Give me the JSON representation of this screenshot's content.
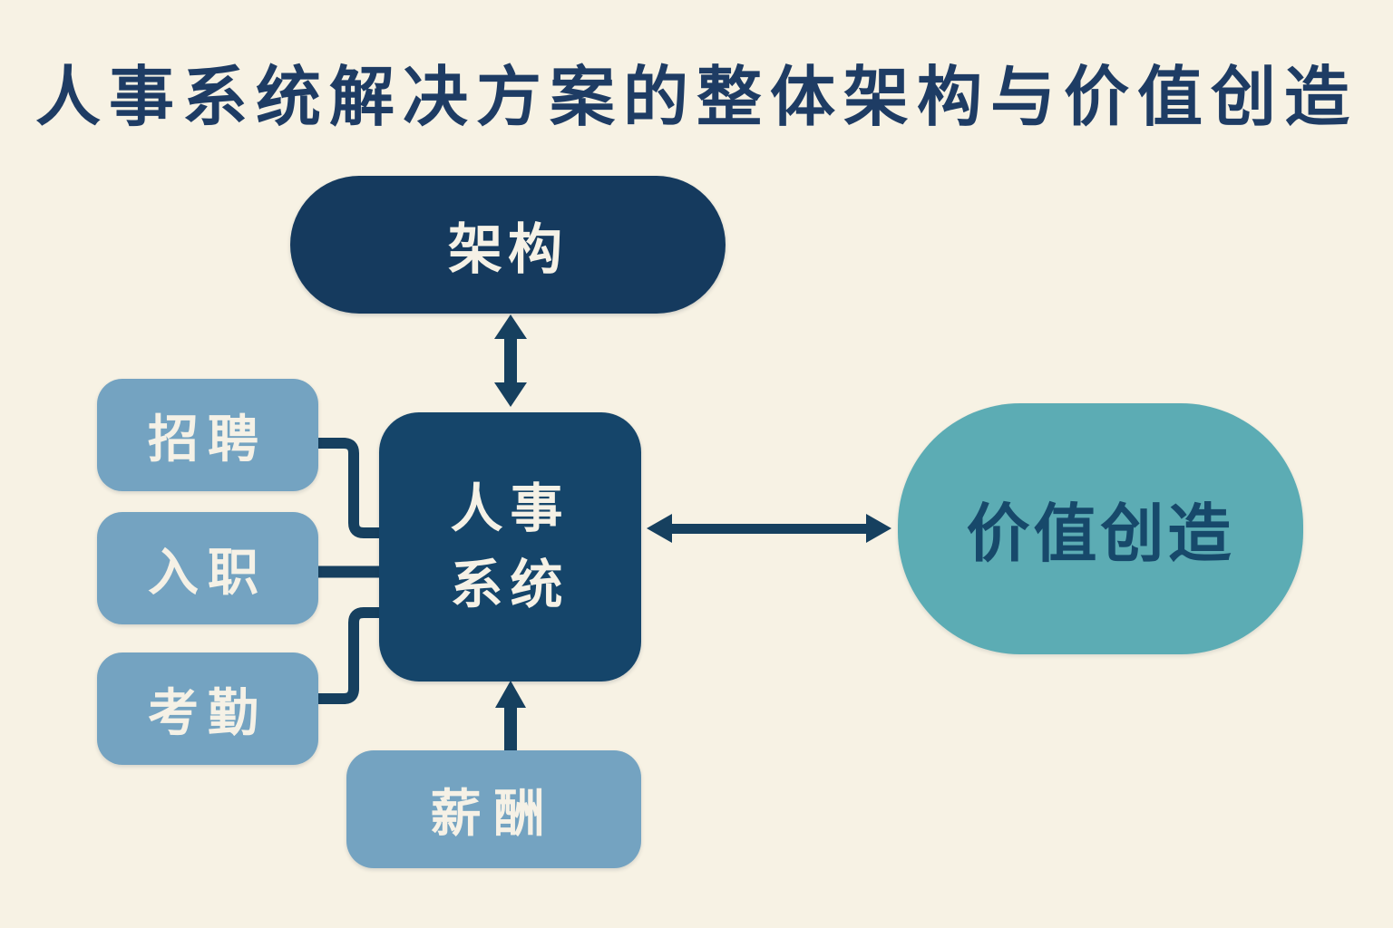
{
  "title": "人事系统解决方案的整体架构与价值创造",
  "nodes": {
    "architecture": {
      "label": "架构"
    },
    "hr_system": {
      "label_line1": "人事",
      "label_line2": "系统"
    },
    "recruitment": {
      "label": "招聘"
    },
    "onboarding": {
      "label": "入职"
    },
    "attendance": {
      "label": "考勤"
    },
    "compensation": {
      "label": "薪酬"
    },
    "value_creation": {
      "label": "价值创造"
    }
  },
  "connections": [
    {
      "from": "architecture",
      "to": "hr_system",
      "type": "double-arrow-vertical"
    },
    {
      "from": "hr_system",
      "to": "value_creation",
      "type": "double-arrow-horizontal"
    },
    {
      "from": "compensation",
      "to": "hr_system",
      "type": "arrow-up"
    },
    {
      "from": "recruitment",
      "to": "hr_system",
      "type": "elbow-line"
    },
    {
      "from": "onboarding",
      "to": "hr_system",
      "type": "straight-line"
    },
    {
      "from": "attendance",
      "to": "hr_system",
      "type": "elbow-line"
    }
  ],
  "colors": {
    "background": "#f7f2e4",
    "title_text": "#1e3c64",
    "navy_pill": "#153a5e",
    "navy_square": "#15456a",
    "connector_navy": "#16405f",
    "light_blue": "#74a3c1",
    "teal": "#5cacb4",
    "light_text": "#f5f1e6",
    "value_text": "#17496b"
  }
}
